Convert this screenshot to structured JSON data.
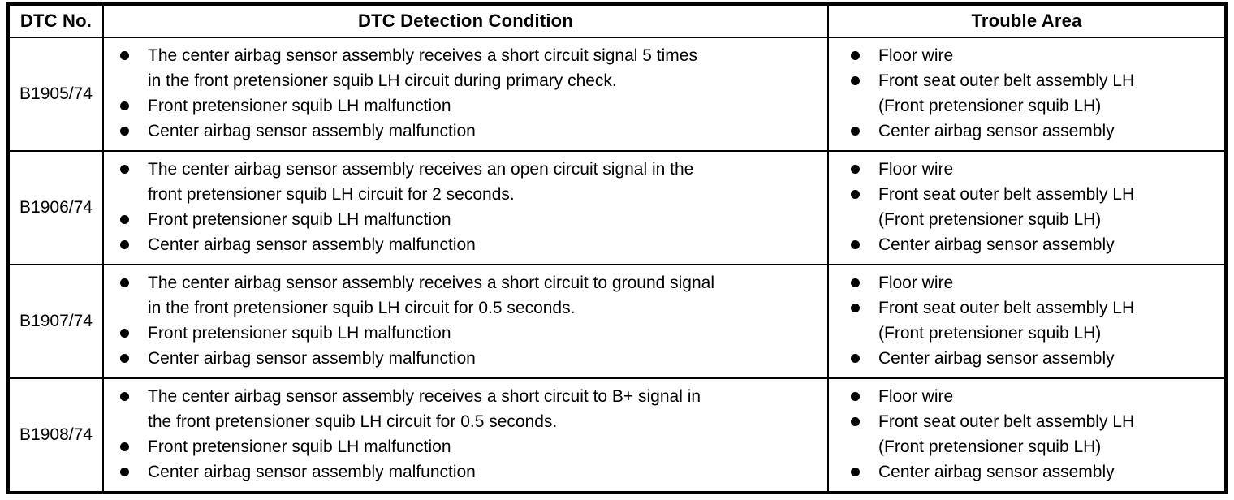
{
  "table": {
    "headers": {
      "dtc_no": "DTC No.",
      "condition": "DTC Detection Condition",
      "trouble": "Trouble Area"
    },
    "rows": [
      {
        "dtc": "B1905/74",
        "conditions": [
          "The center airbag sensor assembly receives a short circuit signal 5 times\nin the front pretensioner squib LH circuit during primary check.",
          "Front pretensioner squib LH malfunction",
          "Center airbag sensor assembly malfunction"
        ],
        "trouble_areas": [
          "Floor wire",
          "Front seat outer belt assembly LH\n(Front pretensioner squib LH)",
          "Center airbag sensor assembly"
        ]
      },
      {
        "dtc": "B1906/74",
        "conditions": [
          "The center airbag sensor assembly receives an open circuit signal in the\nfront pretensioner squib LH circuit for 2 seconds.",
          "Front pretensioner squib LH malfunction",
          "Center airbag sensor assembly malfunction"
        ],
        "trouble_areas": [
          "Floor wire",
          "Front seat outer belt assembly LH\n(Front pretensioner squib LH)",
          "Center airbag sensor assembly"
        ]
      },
      {
        "dtc": "B1907/74",
        "conditions": [
          "The center airbag sensor assembly receives a short circuit to ground signal\nin the front pretensioner squib LH circuit for 0.5 seconds.",
          "Front pretensioner squib LH malfunction",
          "Center airbag sensor assembly malfunction"
        ],
        "trouble_areas": [
          "Floor wire",
          "Front seat outer belt assembly LH\n(Front pretensioner squib LH)",
          "Center airbag sensor assembly"
        ]
      },
      {
        "dtc": "B1908/74",
        "conditions": [
          "The center airbag sensor assembly receives a short circuit to B+ signal in\nthe front pretensioner squib LH circuit for 0.5 seconds.",
          "Front pretensioner squib LH malfunction",
          "Center airbag sensor assembly malfunction"
        ],
        "trouble_areas": [
          "Floor wire",
          "Front seat outer belt assembly LH\n(Front pretensioner squib LH)",
          "Center airbag sensor assembly"
        ]
      }
    ]
  }
}
